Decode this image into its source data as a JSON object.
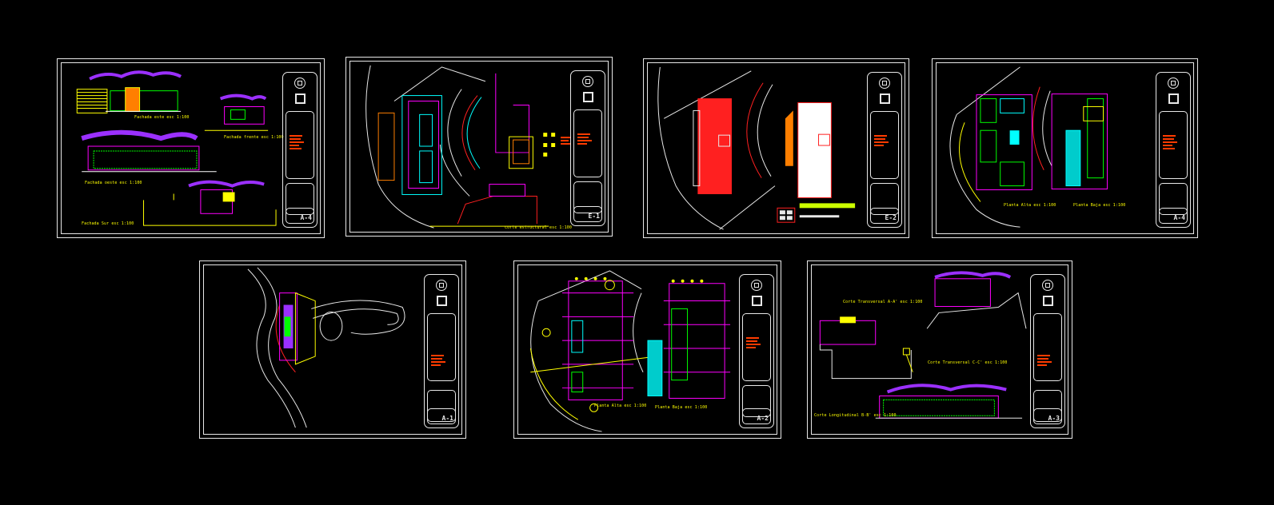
{
  "background": "#000000",
  "colors": {
    "line": "#e8e8e8",
    "magenta": "#ff00ff",
    "yellow": "#ffff00",
    "cyan": "#00ffff",
    "green": "#00ff00",
    "red": "#ff2020",
    "orange": "#ff7f00",
    "purple": "#9b30ff"
  },
  "sheets": [
    {
      "id": "sheet-facades",
      "labels": [
        "Fachada este esc 1:100",
        "Fachada frente esc 1:100",
        "Fachada oeste esc 1:100",
        "Fachada Sur esc 1:100"
      ],
      "code": "A-4"
    },
    {
      "id": "sheet-structure",
      "labels": [
        "corte estructural esc 1:100"
      ],
      "code": "E-1"
    },
    {
      "id": "sheet-red-plans",
      "labels": [],
      "code": "E-2"
    },
    {
      "id": "sheet-plans-colored",
      "labels": [
        "Planta Alta esc 1:100",
        "Planta Baja esc 1:100"
      ],
      "code": "A-4"
    },
    {
      "id": "sheet-site",
      "labels": [],
      "code": "A-1"
    },
    {
      "id": "sheet-plans-landscape",
      "labels": [
        "Planta Alta esc 1:100",
        "Planta Baja esc 1:100"
      ],
      "code": "A-2"
    },
    {
      "id": "sheet-sections",
      "labels": [
        "Corte Transversal A-A' esc 1:100",
        "Corte Transversal C-C' esc 1:100",
        "Corte Longitudinal B-B' esc 1:100"
      ],
      "code": "A-3"
    }
  ]
}
